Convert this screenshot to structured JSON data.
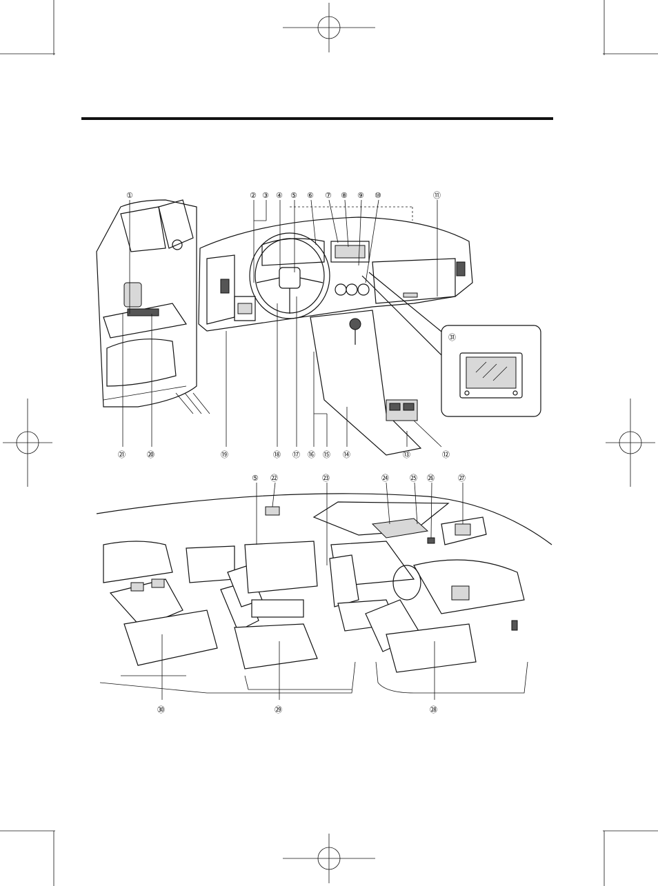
{
  "crop_marks": true,
  "header_rule": true,
  "top_diagram": {
    "callouts": [
      "①",
      "②",
      "③",
      "④",
      "⑤",
      "⑥",
      "⑦",
      "⑧",
      "⑨",
      "⑩",
      "⑪",
      "⑫",
      "⑬",
      "⑭",
      "⑮",
      "⑯",
      "⑰",
      "⑱",
      "⑲",
      "⑳",
      "㉑"
    ],
    "inset_callout": "㉛"
  },
  "bottom_diagram": {
    "callouts": [
      "⑤",
      "㉒",
      "㉓",
      "㉔",
      "㉕",
      "㉖",
      "㉗",
      "㉘",
      "㉙",
      "㉚"
    ]
  }
}
